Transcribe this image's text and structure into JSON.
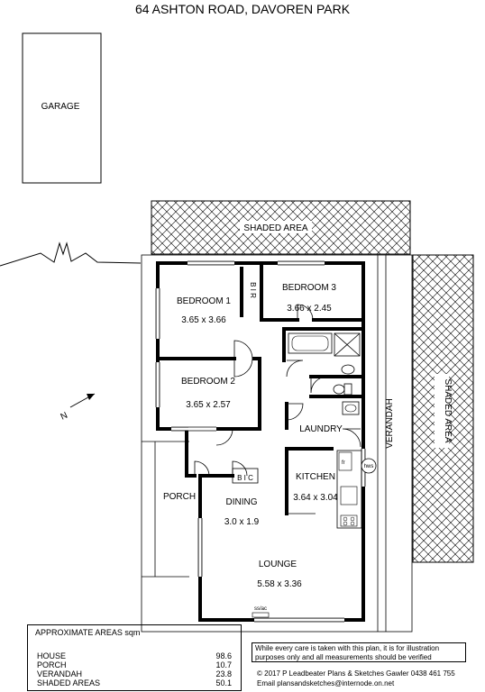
{
  "title": "64 ASHTON ROAD, DAVOREN PARK",
  "labels": {
    "garage": "GARAGE",
    "shaded_area_top": "SHADED AREA",
    "shaded_area_right": "SHADED AREA",
    "verandah": "VERANDAH",
    "porch": "PORCH",
    "hws": "hws",
    "fr": "fr",
    "bir": "B I R",
    "bic": "B I C",
    "ssac": "ss/ac",
    "north": "N"
  },
  "rooms": {
    "bedroom1": {
      "name": "BEDROOM 1",
      "size": "3.65 x 3.66"
    },
    "bedroom2": {
      "name": "BEDROOM 2",
      "size": "3.65 x 2.57"
    },
    "bedroom3": {
      "name": "BEDROOM 3",
      "size": "3.66 x 2.45"
    },
    "laundry": {
      "name": "LAUNDRY"
    },
    "kitchen": {
      "name": "KITCHEN",
      "size": "3.64 x 3.04"
    },
    "dining": {
      "name": "DINING",
      "size": "3.0 x 1.9"
    },
    "lounge": {
      "name": "LOUNGE",
      "size": "5.58 x 3.36"
    }
  },
  "areas": {
    "heading": "APPROXIMATE AREAS  sqm",
    "rows": [
      {
        "name": "HOUSE",
        "value": "98.6"
      },
      {
        "name": "PORCH",
        "value": "10.7"
      },
      {
        "name": "VERANDAH",
        "value": "23.8"
      },
      {
        "name": "SHADED AREAS",
        "value": "50.1"
      }
    ]
  },
  "disclaimer": "While every care is taken with this plan, it is for illustration purposes only and all measurements should be verified",
  "copyright": {
    "line1": "© 2017 P Leadbeater Plans & Sketches Gawler 0438 461 755",
    "line2": "Email plansandsketches@internode.on.net"
  }
}
